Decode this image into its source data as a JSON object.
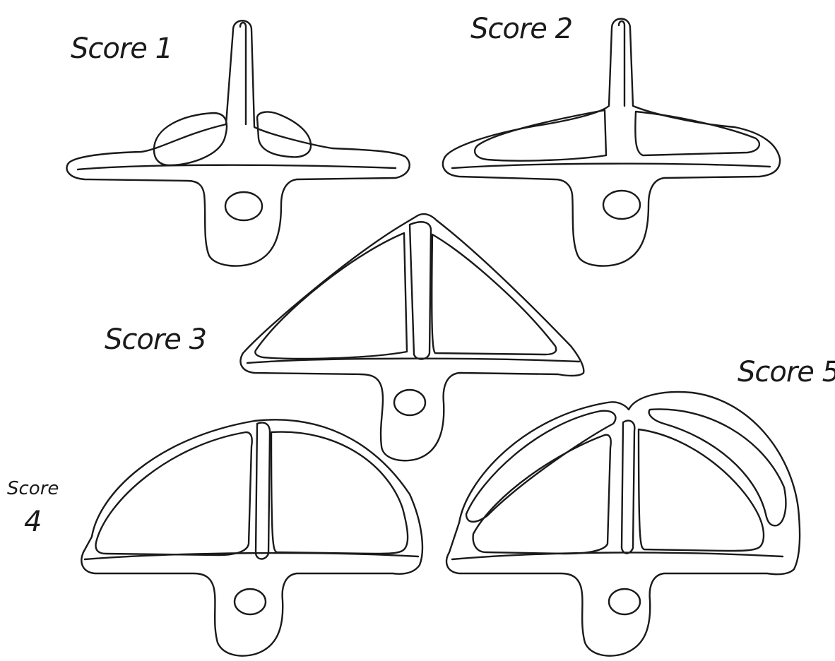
{
  "labels": {
    "score1": "Score 1",
    "score2": "Score 2",
    "score3": "Score 3",
    "score4_word": "Score",
    "score4_number": "4",
    "score5": "Score 5"
  }
}
